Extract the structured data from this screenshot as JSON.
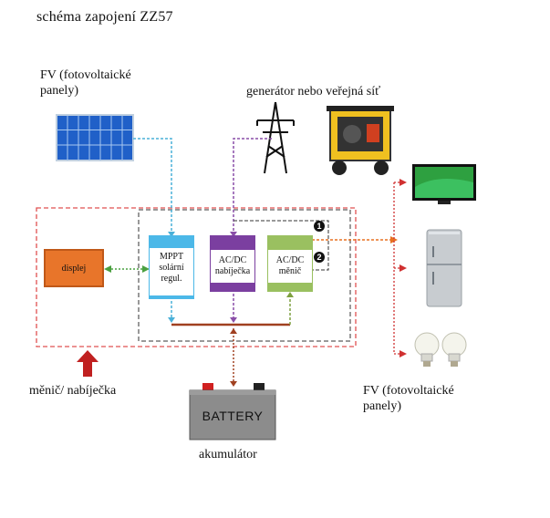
{
  "title": "schéma zapojení ZZ57",
  "pv_top": {
    "line1": "FV (fotovoltaické",
    "line2": "panely)"
  },
  "generator_label": "generátor nebo veřejná síť",
  "displej": "displej",
  "mppt": {
    "line1": "MPPT",
    "line2": "solární",
    "line3": "regul."
  },
  "acdc_charger": {
    "line1": "AC/DC",
    "line2": "nabíječka"
  },
  "acdc_inverter": {
    "line1": "AC/DC",
    "line2": "měnič"
  },
  "badge1": "1",
  "badge2": "2",
  "inverter_label": "měnič/ nabíječka",
  "battery_text": "BATTERY",
  "battery_label": "akumulátor",
  "pv_bottom": {
    "line1": "FV (fotovoltaické",
    "line2": "panely)"
  },
  "colors": {
    "outer_dashed": "#e05050",
    "blue_line": "#4ab0d8",
    "purple_line": "#8a4fa8",
    "green_line": "#7ea040",
    "orange_line": "#e87020",
    "bus": "#a04020",
    "red_arrow": "#c02020",
    "displej_fill": "#e8752a",
    "mppt_fill": "#4cb8e8",
    "charger_fill": "#7b3fa0",
    "inverter_fill": "#9ac060",
    "battery_fill": "#8c8c8c"
  },
  "icons": [
    "solar-panel-icon",
    "power-tower-icon",
    "generator-icon",
    "tv-icon",
    "fridge-icon",
    "bulb-icon"
  ]
}
